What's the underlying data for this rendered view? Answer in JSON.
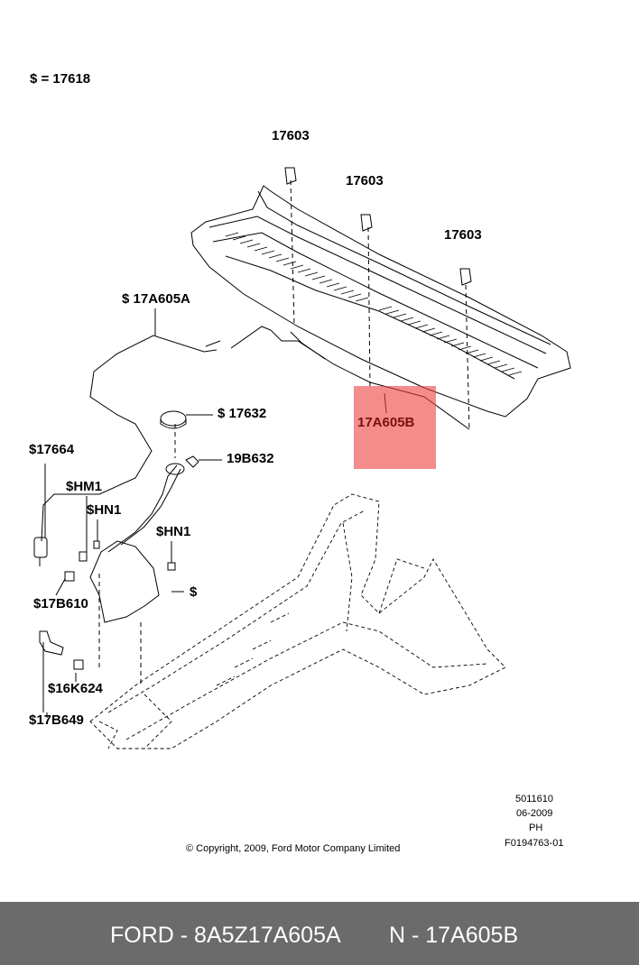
{
  "legend_note": "$ = 17618",
  "callouts": {
    "bolt_a": "17603",
    "bolt_b": "17603",
    "bolt_c": "17603",
    "hose_a": "$ 17A605A",
    "hose_b": "17A605B",
    "cap": "$ 17632",
    "clip": "19B632",
    "pump": "$17664",
    "screw_hm1": "$HM1",
    "screw_hn1_a": "$HN1",
    "screw_hn1_b": "$HN1",
    "nut": "$",
    "bracket": "$17B610",
    "sensor": "$16K624",
    "connector": "$17B649"
  },
  "drawing_info": {
    "number": "5011610",
    "date": "06-2009",
    "code": "PH",
    "figure_id": "F0194763-01"
  },
  "copyright": "© Copyright, 2009, Ford Motor Company Limited",
  "footer": {
    "part_number": "FORD - 8A5Z17A605A",
    "reference": "N - 17A605B"
  },
  "highlight_color": "#ee4646"
}
